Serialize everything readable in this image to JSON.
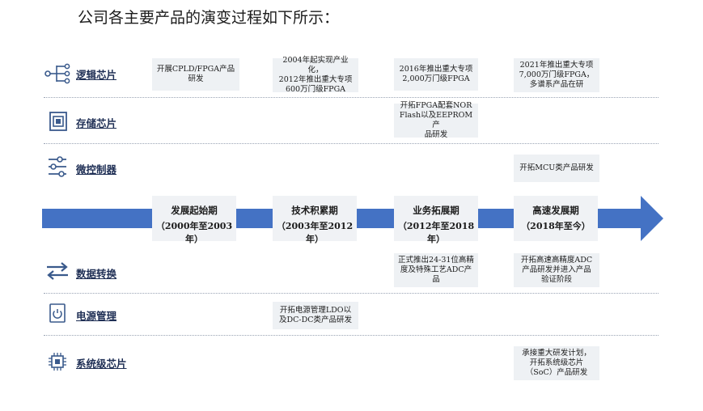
{
  "heading": "公司各主要产品的演变过程如下所示：",
  "rows": [
    {
      "label": "逻辑芯片",
      "icon": "logic-chip-icon"
    },
    {
      "label": "存储芯片",
      "icon": "memory-chip-icon"
    },
    {
      "label": "微控制器",
      "icon": "slider-controls-icon"
    },
    {
      "label": "数据转换",
      "icon": "swap-arrows-icon"
    },
    {
      "label": "电源管理",
      "icon": "power-button-icon"
    },
    {
      "label": "系统级芯片",
      "icon": "soc-chip-icon"
    }
  ],
  "phases": [
    {
      "name": "发展起始期",
      "dates": "（2000年至2003年）"
    },
    {
      "name": "技术积累期",
      "dates": "（2003年至2012年）"
    },
    {
      "name": "业务拓展期",
      "dates": "（2012年至2018年）"
    },
    {
      "name": "高速发展期",
      "dates": "（2018年至今）"
    }
  ],
  "events": {
    "logic_p1": [
      "开展CPLD/FPGA产品",
      "研发"
    ],
    "logic_p2": [
      "2004年起实现产业化，",
      "2012年推出重大专项",
      "600万门级FPGA"
    ],
    "logic_p3": [
      "2016年推出重大专项",
      "2,000万门级FPGA"
    ],
    "logic_p4": [
      "2021年推出重大专项",
      "7,000万门级FPGA，",
      "多谱系产品在研"
    ],
    "memory_p3": [
      "开拓FPGA配套NOR",
      "Flash以及EEPROM产",
      "品研发"
    ],
    "mcu_p4": [
      "开拓MCU类产品研发"
    ],
    "data_p3": [
      "正式推出24-31位高精",
      "度及特殊工艺ADC产",
      "品"
    ],
    "data_p4": [
      "开拓高速高精度ADC",
      "产品研发并进入产品",
      "验证阶段"
    ],
    "power_p2": [
      "开拓电源管理LDO以",
      "及DC-DC类产品研发"
    ],
    "soc_p4": [
      "承接重大研发计划，",
      "开拓系统级芯片",
      "（SoC）产品研发"
    ]
  },
  "colors": {
    "arrow": "#4472c4",
    "box": "#eef1f4",
    "label": "#1f2f55",
    "icon": "#3a5a8c"
  }
}
